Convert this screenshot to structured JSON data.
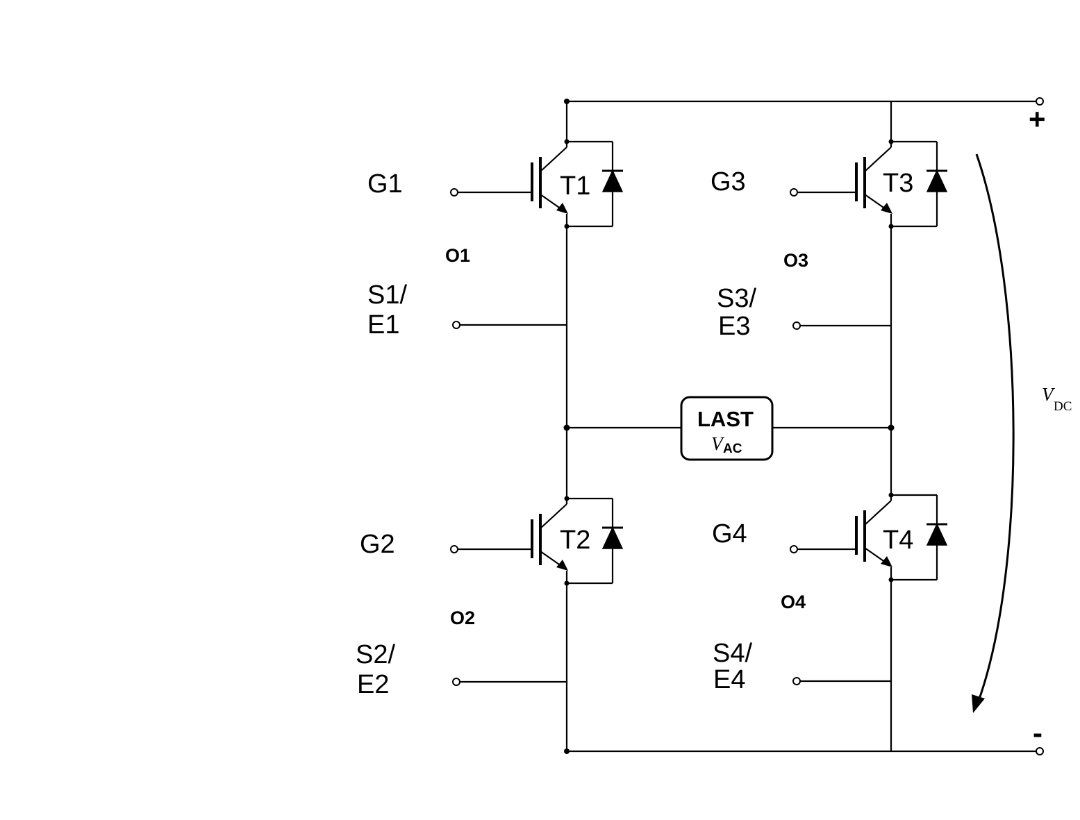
{
  "gates": [
    {
      "id": "g1",
      "label": "G1"
    },
    {
      "id": "g2",
      "label": "G2"
    },
    {
      "id": "g3",
      "label": "G3"
    },
    {
      "id": "g4",
      "label": "G4"
    }
  ],
  "transistors": [
    {
      "id": "t1",
      "label": "T1"
    },
    {
      "id": "t2",
      "label": "T2"
    },
    {
      "id": "t3",
      "label": "T3"
    },
    {
      "id": "t4",
      "label": "T4"
    }
  ],
  "outputs": [
    {
      "id": "o1",
      "label": "O1"
    },
    {
      "id": "o2",
      "label": "O2"
    },
    {
      "id": "o3",
      "label": "O3"
    },
    {
      "id": "o4",
      "label": "O4"
    }
  ],
  "source_emitters": [
    {
      "id": "se1",
      "line1": "S1/",
      "line2": "E1"
    },
    {
      "id": "se2",
      "line1": "S2/",
      "line2": "E2"
    },
    {
      "id": "se3",
      "line1": "S3/",
      "line2": "E3"
    },
    {
      "id": "se4",
      "line1": "S4/",
      "line2": "E4"
    }
  ],
  "load": {
    "title": "LAST",
    "voltage_symbol": "V",
    "voltage_subscript": "AC"
  },
  "dc_supply": {
    "plus": "+",
    "minus": "-",
    "voltage_symbol": "V",
    "voltage_subscript": "DC"
  }
}
